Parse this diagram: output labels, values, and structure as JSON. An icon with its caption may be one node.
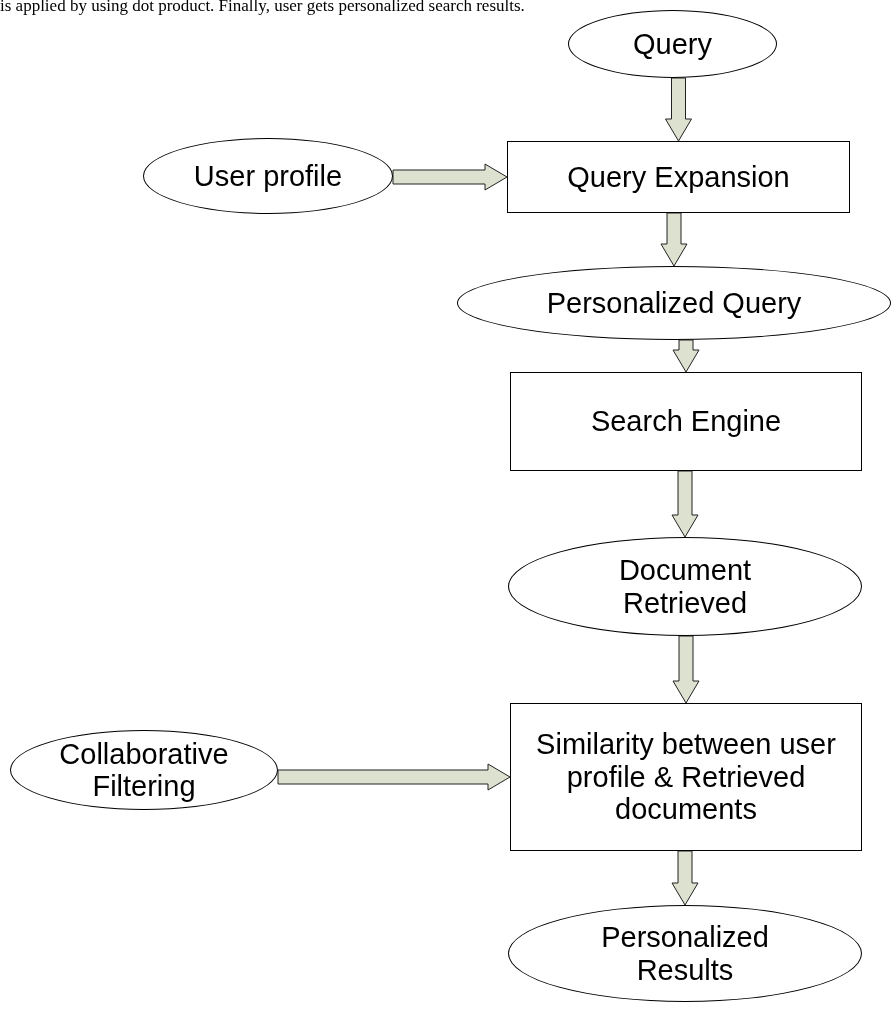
{
  "diagram": {
    "nodes": [
      {
        "text": [
          "Query"
        ]
      },
      {
        "text": [
          "User profile"
        ]
      },
      {
        "text": [
          "Query Expansion"
        ]
      },
      {
        "text": [
          "Personalized Query"
        ]
      },
      {
        "text": [
          "Search Engine"
        ]
      },
      {
        "text": [
          "Document Retrieved"
        ]
      },
      {
        "text": [
          "Collaborative Filtering"
        ]
      },
      {
        "text": [
          "Similarity between user profile & Retrieved documents"
        ]
      },
      {
        "text": [
          "Personalized Results"
        ]
      }
    ],
    "edges": [
      {
        "from": 0,
        "to": 2,
        "arrow": "to"
      },
      {
        "from": 1,
        "to": 2,
        "arrow": "to"
      },
      {
        "from": 2,
        "to": 3,
        "arrow": "to"
      },
      {
        "from": 3,
        "to": 4,
        "arrow": "to"
      },
      {
        "from": 4,
        "to": 5,
        "arrow": "to"
      },
      {
        "from": 5,
        "to": 7,
        "arrow": "to"
      },
      {
        "from": 6,
        "to": 7,
        "arrow": "to"
      },
      {
        "from": 7,
        "to": 8,
        "arrow": "to"
      }
    ],
    "labels": [
      "is applied by using dot product. Finally, user gets personalized search results."
    ]
  }
}
